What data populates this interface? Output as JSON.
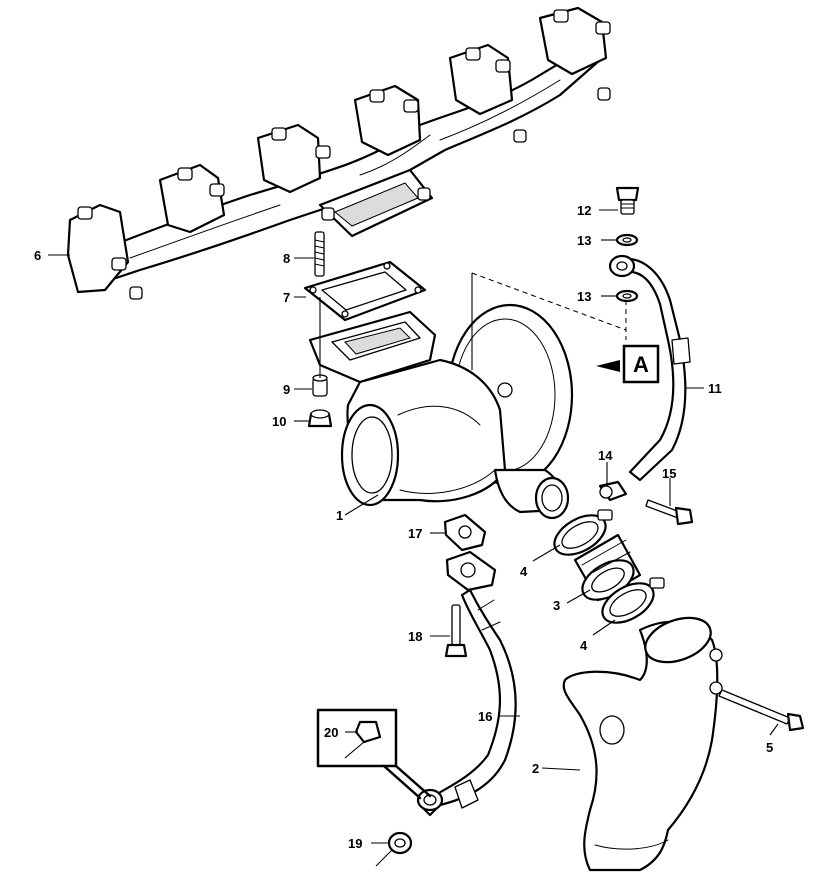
{
  "callouts": {
    "p1": "1",
    "p2": "2",
    "p3": "3",
    "p4a": "4",
    "p4b": "4",
    "p5": "5",
    "p6": "6",
    "p7": "7",
    "p8": "8",
    "p9": "9",
    "p10": "10",
    "p11": "11",
    "p12": "12",
    "p13a": "13",
    "p13b": "13",
    "p14": "14",
    "p15": "15",
    "p16": "16",
    "p17": "17",
    "p18": "18",
    "p19": "19",
    "p20": "20"
  },
  "view_marker": "A",
  "colors": {
    "line": "#000000",
    "fill": "#ffffff",
    "shade": "#dcdcdc"
  }
}
